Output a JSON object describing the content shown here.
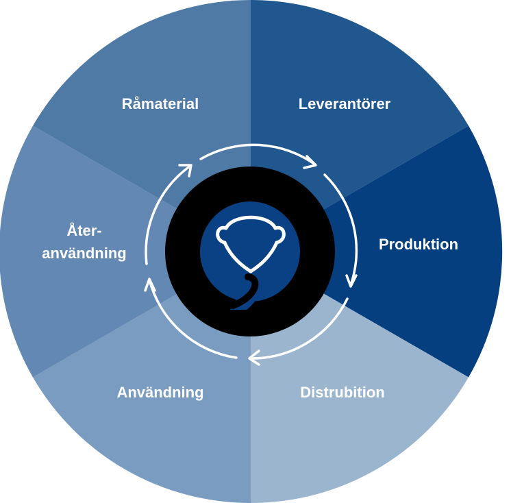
{
  "cycle": {
    "segments": [
      {
        "id": "ramaterial",
        "label": "Råmaterial",
        "color": "#4e7aa5"
      },
      {
        "id": "leverantorer",
        "label": "Leverantörer",
        "color": "#1f578e"
      },
      {
        "id": "produktion",
        "label": "Produktion",
        "color": "#053f80"
      },
      {
        "id": "distrubition",
        "label": "Distrubition",
        "color": "#9bb5cf"
      },
      {
        "id": "anvandning",
        "label": "Användning",
        "color": "#7a9cc0"
      },
      {
        "id": "ateranvandning",
        "label_lines": [
          "Åter-",
          "användning"
        ],
        "color": "#6288b3"
      }
    ],
    "center": {
      "icon": "brand-logo-icon",
      "ring_color": "#000000",
      "logo_bg_color": "#0a4185",
      "logo_line_color": "#ffffff"
    },
    "flow_arrows": {
      "color": "#ffffff",
      "direction": "clockwise"
    }
  }
}
